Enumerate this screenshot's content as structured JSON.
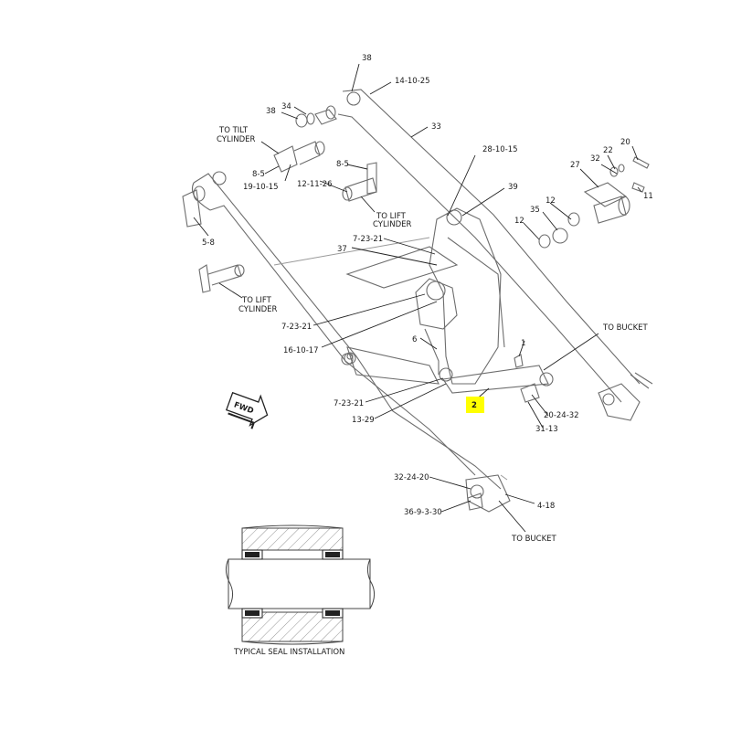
{
  "callouts": {
    "c38a": "38",
    "c14_10_25": "14-10-25",
    "c34": "34",
    "c38b": "38",
    "c33": "33",
    "c28_10_15": "28-10-15",
    "c20": "20",
    "c22": "22",
    "c32a": "32",
    "c27": "27",
    "c11": "11",
    "c39": "39",
    "c12a": "12",
    "c35": "35",
    "c12b": "12",
    "c8_5a": "8-5",
    "c19_10_15": "19-10-15",
    "c8_5b": "8-5",
    "c12_11_26": "12-11-26",
    "c5_8": "5-8",
    "c7_23_21a": "7-23-21",
    "c37": "37",
    "c7_23_21b": "7-23-21",
    "c16_10_17": "16-10-17",
    "c6": "6",
    "c1": "1",
    "c7_23_21c": "7-23-21",
    "c13_29": "13-29",
    "c2": "2",
    "c20_24_32": "20-24-32",
    "c31_13": "31-13",
    "c32_24_20": "32-24-20",
    "c36_9_3_30": "36-9-3-30",
    "c4_18": "4-18"
  },
  "notes": {
    "tilt_line1": "TO TILT",
    "tilt_line2": "CYLINDER",
    "lift_a_line1": "TO LIFT",
    "lift_a_line2": "CYLINDER",
    "lift_b_line1": "TO LIFT",
    "lift_b_line2": "CYLINDER",
    "bucket_a": "TO BUCKET",
    "bucket_b": "TO BUCKET",
    "fwd": "FWD",
    "seal_caption": "TYPICAL SEAL INSTALLATION"
  },
  "highlight": {
    "callout": "2",
    "color": "#ffff00"
  }
}
